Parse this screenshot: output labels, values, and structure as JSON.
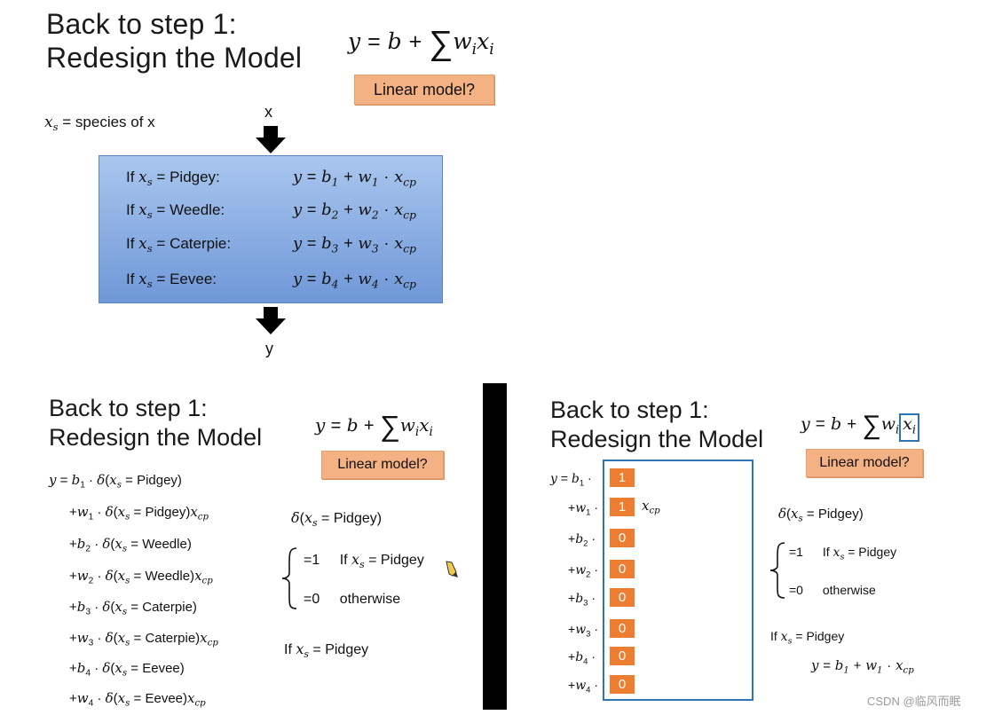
{
  "top": {
    "title_line1": "Back to step 1:",
    "title_line2": "Redesign the Model",
    "formula": {
      "y": "y",
      "eq": "=",
      "b": "b",
      "plus": "+",
      "sum": "∑",
      "w": "w",
      "i": "i",
      "x": "x"
    },
    "badge": "Linear model?",
    "xs_def": "= species of x",
    "input_label": "x",
    "output_label": "y",
    "cases": [
      {
        "cond": "Pidgey:",
        "n": "1"
      },
      {
        "cond": "Weedle:",
        "n": "2"
      },
      {
        "cond": "Caterpie:",
        "n": "3"
      },
      {
        "cond": "Eevee:",
        "n": "4"
      }
    ]
  },
  "bottom_left": {
    "title_line1": "Back to step 1:",
    "title_line2": "Redesign the Model",
    "badge": "Linear model?",
    "terms": [
      {
        "prefix": "y = ",
        "coef": "b",
        "n": "1",
        "species": "Pidgey)",
        "xcp": false
      },
      {
        "prefix": "+",
        "coef": "w",
        "n": "1",
        "species": "Pidgey)",
        "xcp": true
      },
      {
        "prefix": "+",
        "coef": "b",
        "n": "2",
        "species": "Weedle)",
        "xcp": false
      },
      {
        "prefix": "+",
        "coef": "w",
        "n": "2",
        "species": "Weedle)",
        "xcp": true
      },
      {
        "prefix": "+",
        "coef": "b",
        "n": "3",
        "species": "Caterpie)",
        "xcp": false
      },
      {
        "prefix": "+",
        "coef": "w",
        "n": "3",
        "species": "Caterpie)",
        "xcp": true
      },
      {
        "prefix": "+",
        "coef": "b",
        "n": "4",
        "species": "Eevee)",
        "xcp": false
      },
      {
        "prefix": "+",
        "coef": "w",
        "n": "4",
        "species": "Eevee)",
        "xcp": true
      }
    ],
    "delta_label": "Pidgey)",
    "case1_val": "=1",
    "case1_text": "Pidgey",
    "case0_val": "=0",
    "case0_text": "otherwise",
    "if_text": "Pidgey"
  },
  "bottom_right": {
    "title_line1": "Back to step 1:",
    "title_line2": "Redesign the Model",
    "badge": "Linear model?",
    "rows": [
      {
        "prefix": "y = ",
        "coef": "b",
        "n": "1",
        "val": "1"
      },
      {
        "prefix": "+",
        "coef": "w",
        "n": "1",
        "val": "1"
      },
      {
        "prefix": "+",
        "coef": "b",
        "n": "2",
        "val": "0"
      },
      {
        "prefix": "+",
        "coef": "w",
        "n": "2",
        "val": "0"
      },
      {
        "prefix": "+",
        "coef": "b",
        "n": "3",
        "val": "0"
      },
      {
        "prefix": "+",
        "coef": "w",
        "n": "3",
        "val": "0"
      },
      {
        "prefix": "+",
        "coef": "b",
        "n": "4",
        "val": "0"
      },
      {
        "prefix": "+",
        "coef": "w",
        "n": "4",
        "val": "0"
      }
    ],
    "delta_label": "Pidgey)",
    "case1_val": "=1",
    "case1_text": "Pidgey",
    "case0_val": "=0",
    "case0_text": "otherwise",
    "if_text": "Pidgey"
  },
  "watermark": "CSDN @临风而眠",
  "colors": {
    "badge": "#f4b183",
    "box_blue": "#7fa6e0",
    "orange_cell": "#ed7d31",
    "highlight_border": "#2e75b6",
    "divider": "#000000"
  }
}
